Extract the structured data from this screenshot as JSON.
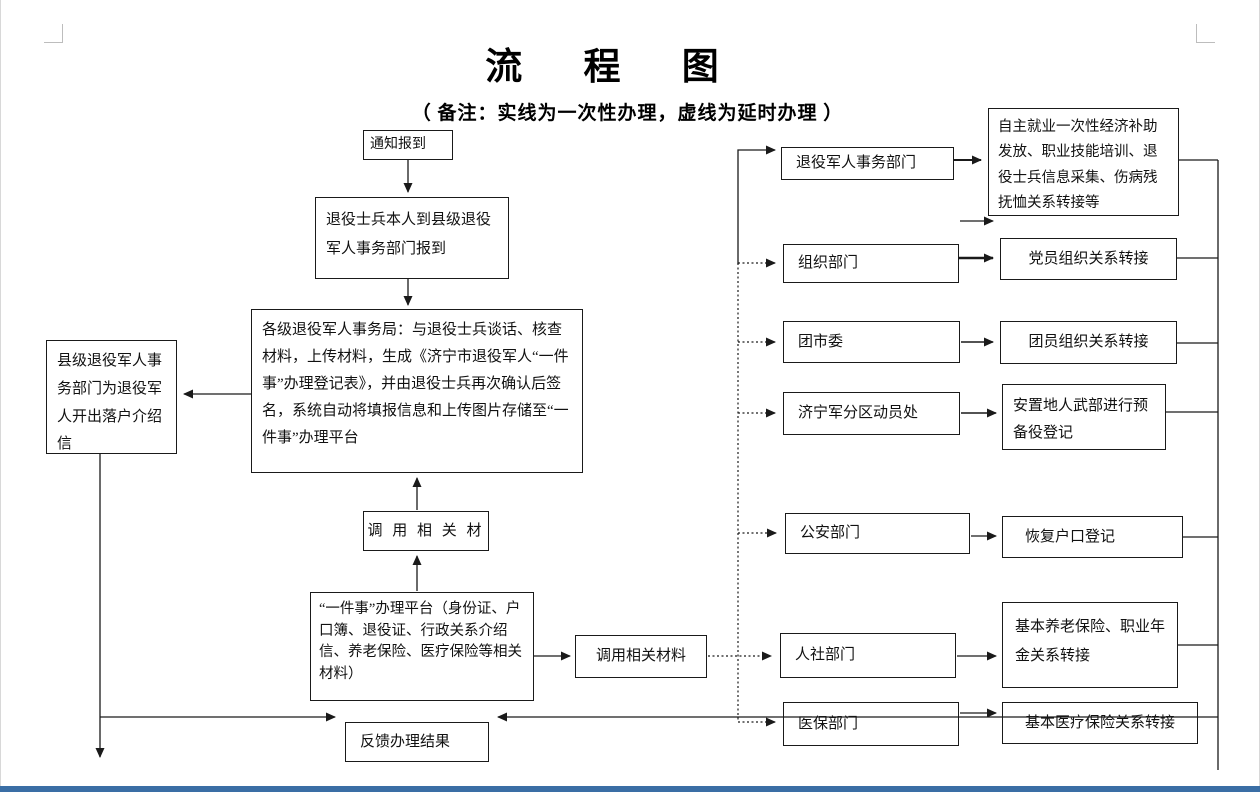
{
  "title": "流 程 图",
  "note": "（ 备注：实线为一次性办理，虚线为延时办理 ）",
  "nodes": {
    "notify": "通知报到",
    "report": "退役士兵本人到县级退役军人事务部门报到",
    "bureau": "各级退役军人事务局：与退役士兵谈话、核查材料，上传材料，生成《济宁市退役军人“一件事”办理登记表》，并由退役士兵再次确认后签名，系统自动将填报信息和上传图片存储至“一件事”办理平台",
    "intro_letter": "县级退役军人事务部门为退役军人开出落户介绍信",
    "fetch_material_upper": "调 用 相 关 材",
    "platform": "“一件事”办理平台（身份证、户口簿、退役证、行政关系介绍信、养老保险、医疗保险等相关材料）",
    "fetch_material_lower": "调用相关材料",
    "feedback": "反馈办理结果"
  },
  "departments": [
    {
      "label": "退役军人事务部门"
    },
    {
      "label": "组织部门"
    },
    {
      "label": "团市委"
    },
    {
      "label": "济宁军分区动员处"
    },
    {
      "label": "公安部门"
    },
    {
      "label": "人社部门"
    },
    {
      "label": "医保部门"
    }
  ],
  "results": [
    {
      "label": "自主就业一次性经济补助发放、职业技能培训、退役士兵信息采集、伤病残抚恤关系转接等"
    },
    {
      "label": "党员组织关系转接"
    },
    {
      "label": "团员组织关系转接"
    },
    {
      "label": "安置地人武部进行预备役登记"
    },
    {
      "label": "恢复户口登记"
    },
    {
      "label": "基本养老保险、职业年金关系转接"
    },
    {
      "label": "基本医疗保险关系转接"
    }
  ],
  "legend": {
    "solid_line_meaning": "实线为一次性办理",
    "dashed_line_meaning": "虚线为延时办理"
  },
  "colors": {
    "line": "#1a1a1a",
    "bottom_strip": "#3a6ea5",
    "margin_mark": "#bdbdbd"
  }
}
